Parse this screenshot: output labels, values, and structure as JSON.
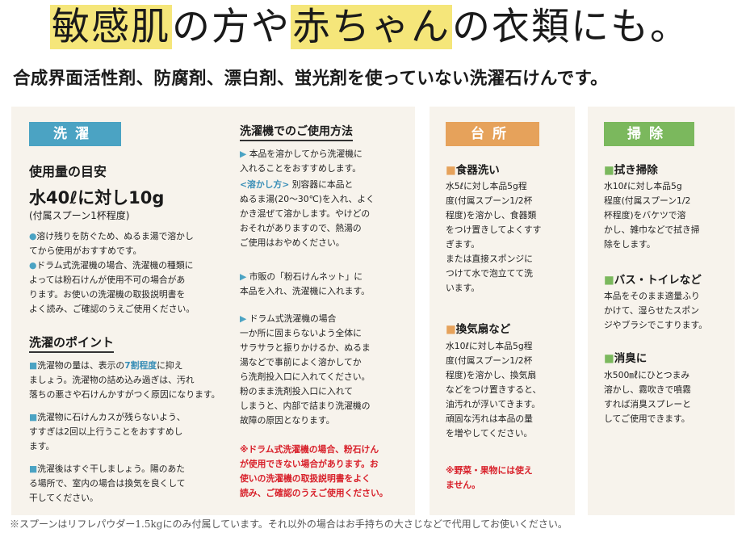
{
  "header": {
    "title_hl1": "敏感肌",
    "title_mid1": "の方や",
    "title_hl2": "赤ちゃん",
    "title_end": "の衣類にも。",
    "subtitle": "合成界面活性剤、防腐剤、漂白剤、蛍光剤を使っていない洗濯石けんです。"
  },
  "laundry": {
    "tag": "洗濯",
    "dosage_heading": "使用量の目安",
    "dosage_main": "水40ℓに対し10g",
    "dosage_sub": "(付属スプーン1杯程度)",
    "dosage_note1_mark": "●",
    "dosage_note1": "溶け残りを防ぐため、ぬるま湯で溶かし\nてから使用がおすすめです。",
    "dosage_note2_mark": "●",
    "dosage_note2": "ドラム式洗濯機の場合、洗濯機の種類に\nよっては粉石けんが使用不可の場合があ\nります。お使いの洗濯機の取扱説明書を\nよく読み、ご確認のうえご使用ください。",
    "points_heading": "洗濯のポイント",
    "point1_mark": "■",
    "point1_a": "洗濯物の量は、表示の",
    "point1_hl": "7割程度",
    "point1_b": "に抑え\nましょう。洗濯物の詰め込み過ぎは、汚れ\n落ちの悪さや石けんかすがつく原因になります。",
    "point2_mark": "■",
    "point2": "洗濯物に石けんカスが残らないよう、\nすすぎは2回以上行うことをおすすめし\nます。",
    "point3_mark": "■",
    "point3": "洗濯後はすぐ干しましょう。陽のあた\nる場所で、室内の場合は換気を良くして\n干してください。",
    "machine_heading": "洗濯機でのご使用方法",
    "m1_mark": "▶",
    "m1": "本品を溶かしてから洗濯機に\n入れることをおすすめします。",
    "m_dissolve_label": "<溶かし方>",
    "m_dissolve": " 別容器に本品と\nぬるま湯(20〜30℃)を入れ、よく\nかき混ぜて溶かします。やけどの\nおそれがありますので、熱湯の\nご使用はおやめください。",
    "m2_mark": "▶",
    "m2": "市販の「粉石けんネット」に\n本品を入れ、洗濯機に入れます。",
    "m3_mark": "▶",
    "m3_title": "ドラム式洗濯機の場合",
    "m3": "一か所に固まらないよう全体に\nサラサラと振りかけるか、ぬるま\n湯などで事前によく溶かしてか\nら洗剤投入口に入れてください。\n粉のまま洗剤投入口に入れて\nしまうと、内部で詰まり洗濯機の\n故障の原因となります。",
    "m_warning": "※ドラム式洗濯機の場合、粉石けん\nが使用できない場合があります。お\n使いの洗濯機の取扱説明書をよく\n読み、ご確認のうえご使用ください。"
  },
  "kitchen": {
    "tag": "台所",
    "dish_mark": "■",
    "dish_heading": "食器洗い",
    "dish": "水5ℓに対し本品5g程\n度(付属スプーン1/2杯\n程度)を溶かし、食器類\nをつけ置きしてよくすす\nぎます。\nまたは直接スポンジに\nつけて水で泡立てて洗\nいます。",
    "fan_mark": "■",
    "fan_heading": "換気扇など",
    "fan": "水10ℓに対し本品5g程\n度(付属スプーン1/2杯\n程度)を溶かし、換気扇\nなどをつけ置きすると、\n油汚れが浮いてきます。\n頑固な汚れは本品の量\nを増やしてください。",
    "warning": "※野菜・果物には使え\nません。"
  },
  "cleaning": {
    "tag": "掃除",
    "wipe_mark": "■",
    "wipe_heading": "拭き掃除",
    "wipe": "水10ℓに対し本品5g\n程度(付属スプーン1/2\n杯程度)をバケツで溶\nかし、雑巾などで拭き掃\n除をします。",
    "bath_mark": "■",
    "bath_heading": "バス・トイレなど",
    "bath": "本品をそのまま適量ふり\nかけて、湿らせたスポン\nジやブラシでこすります。",
    "deo_mark": "■",
    "deo_heading": "消臭に",
    "deo": "水500㎖にひとつまみ\n溶かし、霧吹きで噴霧\nすれば消臭スプレーと\nしてご使用できます。"
  },
  "footer": {
    "note": "※スプーンはリフレパウダー1.5kgにのみ付属しています。それ以外の場合はお手持ちの大さじなどで代用してお使いください。"
  }
}
